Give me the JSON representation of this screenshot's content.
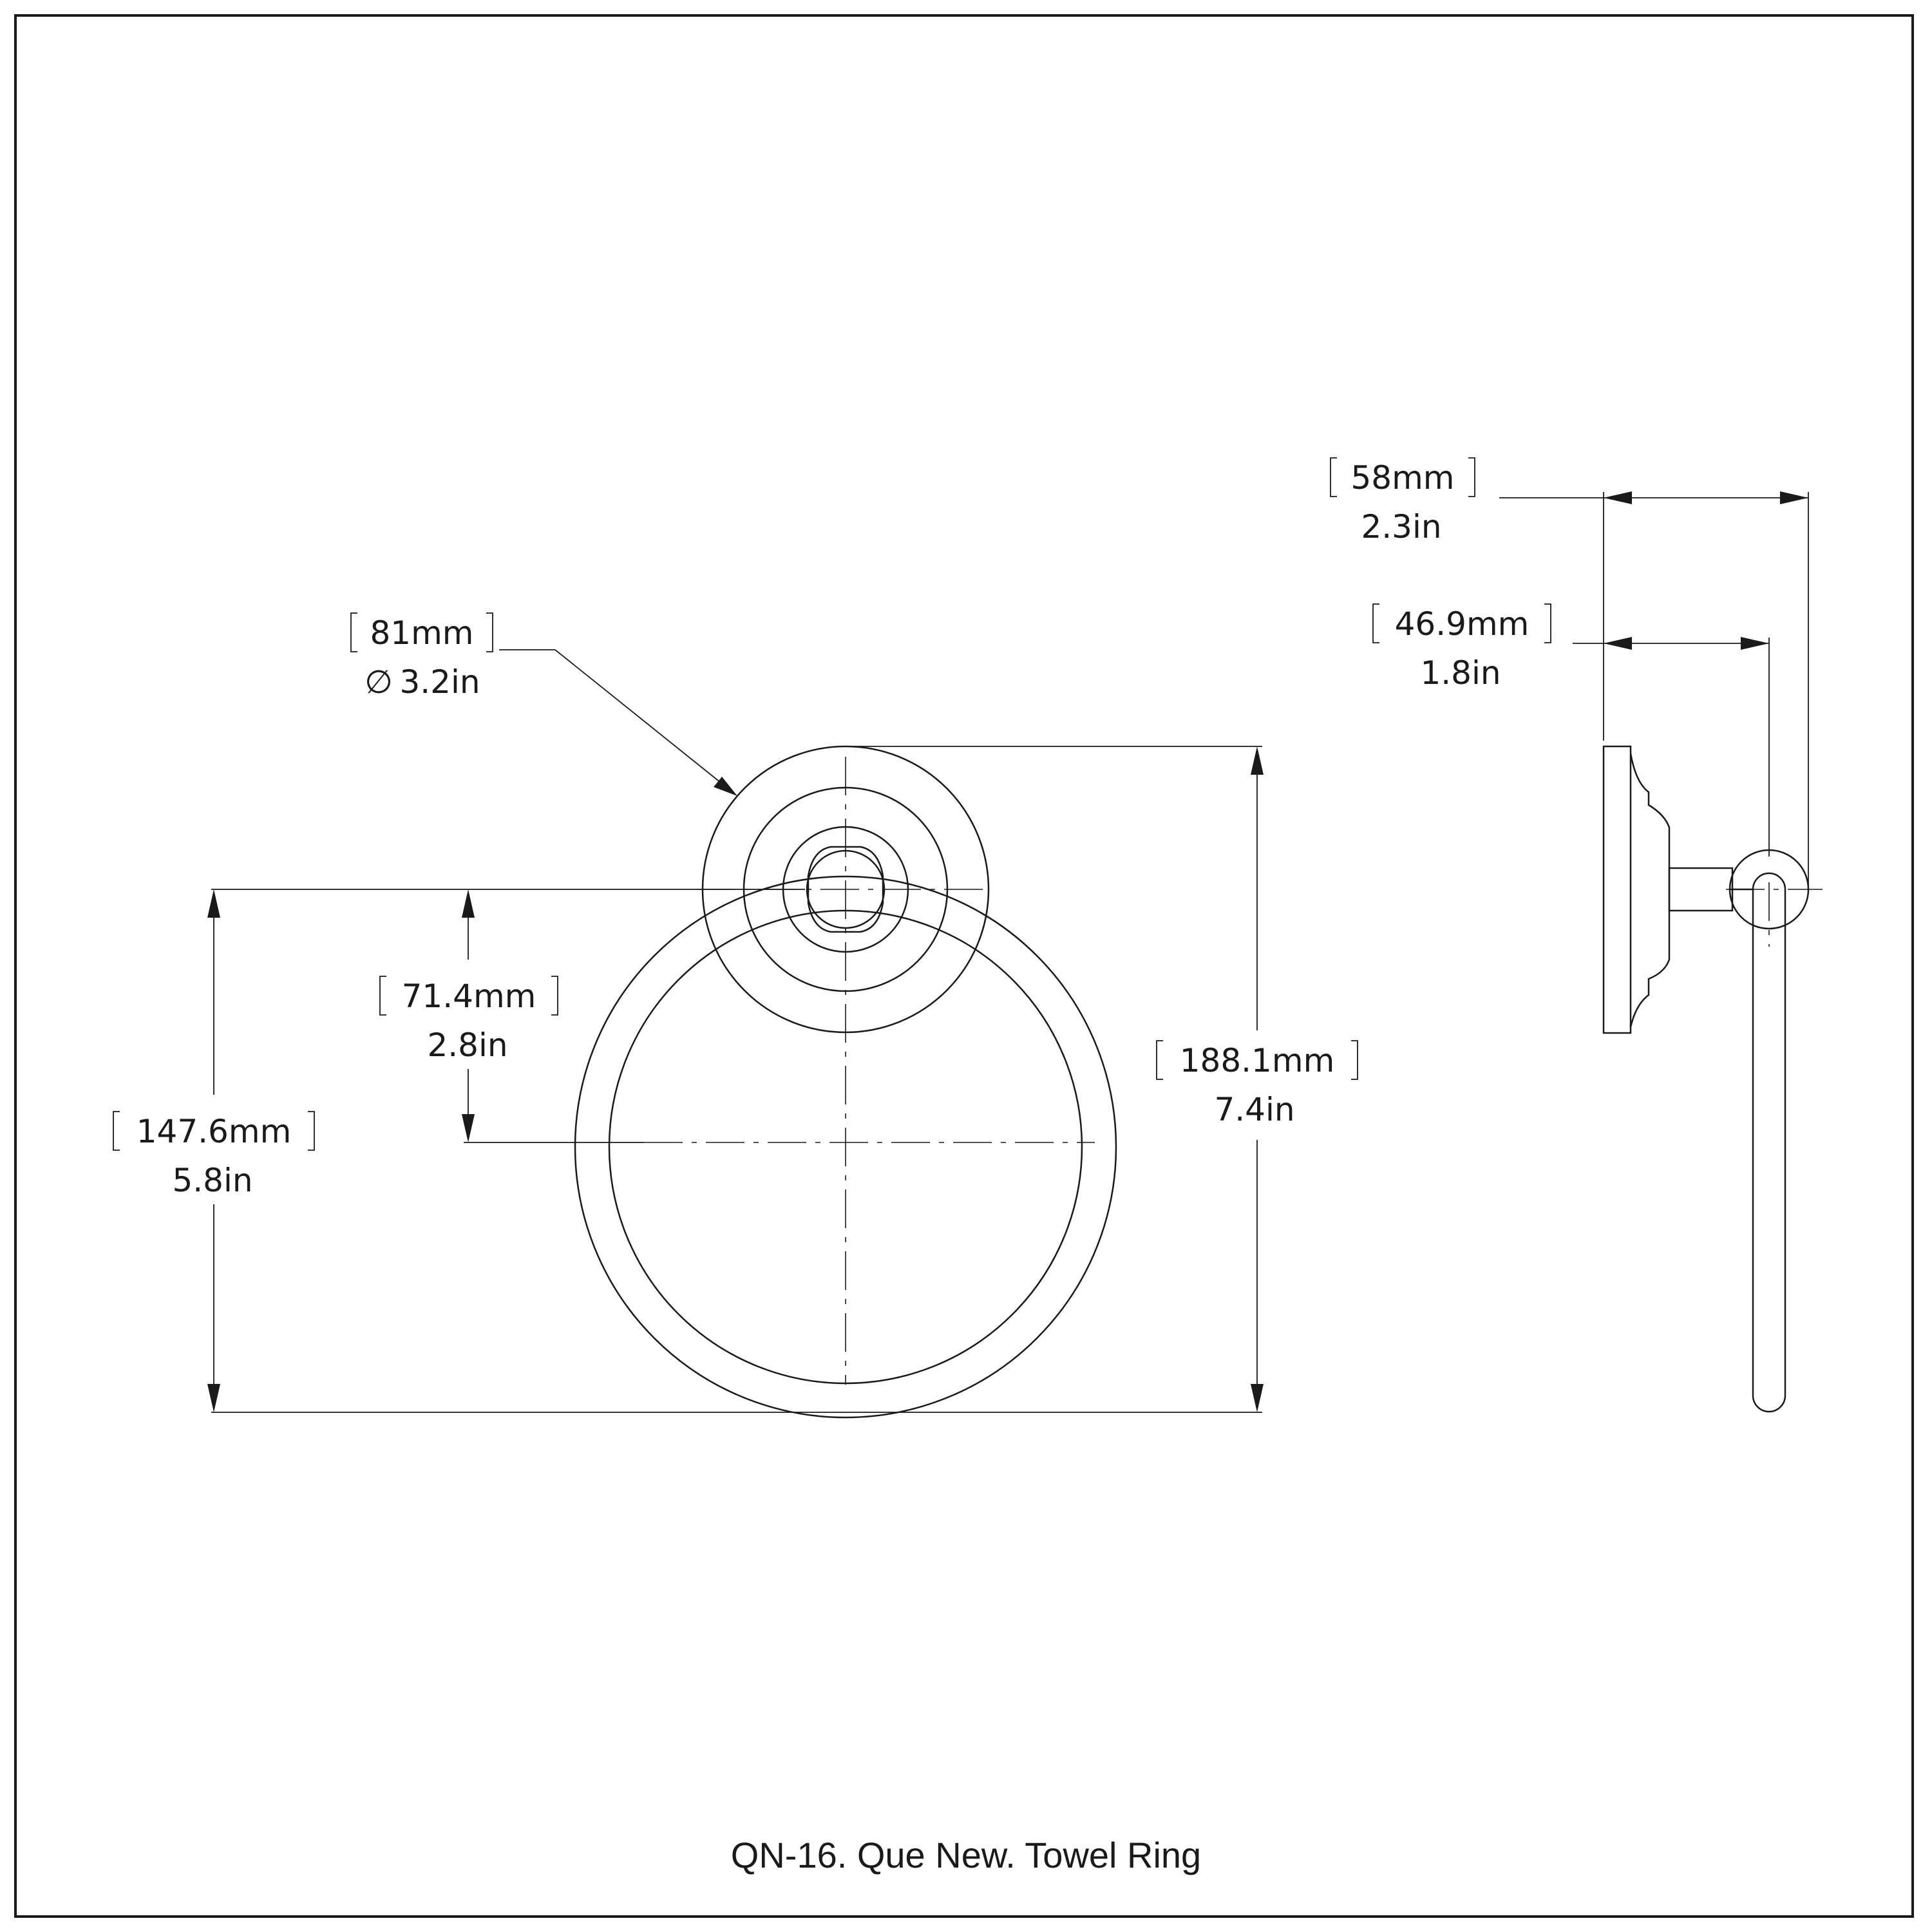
{
  "drawing": {
    "caption": "QN-16. Que New. Towel Ring",
    "dimensions": {
      "rosette_diameter": {
        "mm": "81mm",
        "in": "3.2in",
        "symbol": "∅"
      },
      "center_to_ring_center": {
        "mm": "71.4mm",
        "in": "2.8in"
      },
      "center_to_ring_bottom": {
        "mm": "147.6mm",
        "in": "5.8in"
      },
      "overall_height": {
        "mm": "188.1mm",
        "in": "7.4in"
      },
      "projection_overall": {
        "mm": "58mm",
        "in": "2.3in"
      },
      "projection_to_ring_axis": {
        "mm": "46.9mm",
        "in": "1.8in"
      }
    }
  }
}
